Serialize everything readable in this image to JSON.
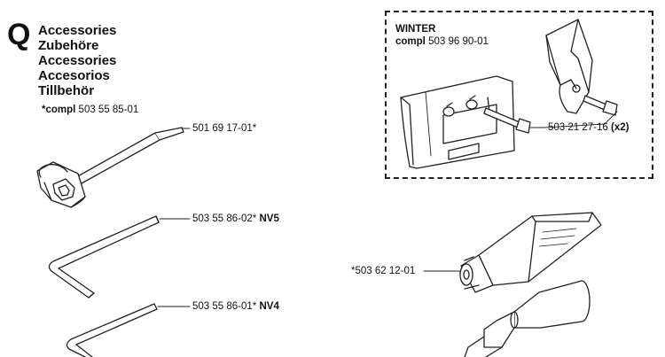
{
  "section": {
    "letter": "Q",
    "titles": [
      "Accessories",
      "Zubehöre",
      "Accessories",
      "Accesorios",
      "Tillbehör"
    ],
    "kit_prefix": "*compl",
    "kit_number": "503 55 85-01"
  },
  "parts": [
    {
      "number": "501 69 17-01*",
      "suffix": ""
    },
    {
      "number": "503 55 86-02*",
      "suffix": "NV5"
    },
    {
      "number": "503 55 86-01*",
      "suffix": "NV4"
    },
    {
      "number": "*503 62 12-01",
      "suffix": ""
    }
  ],
  "winter": {
    "title": "WINTER",
    "compl_prefix": "compl",
    "compl_number": "503 96 90-01",
    "part_number": "503 21 27-16",
    "part_qty": "(x2)"
  }
}
